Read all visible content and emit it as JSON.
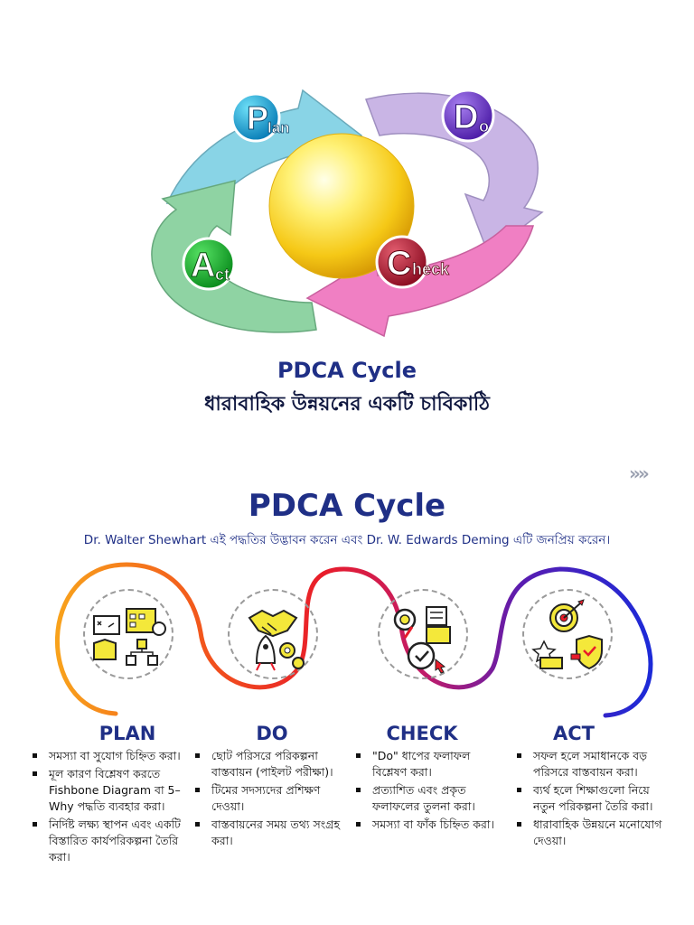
{
  "cycle": {
    "labels": {
      "plan": {
        "big": "P",
        "small": "lan"
      },
      "do": {
        "big": "D",
        "small": "o"
      },
      "check": {
        "big": "C",
        "small": "heck"
      },
      "act": {
        "big": "A",
        "small": "ct"
      }
    },
    "colors": {
      "plan": "#89d4e6",
      "do": "#c9b5e5",
      "check": "#f07fc3",
      "act": "#8fd3a3",
      "center": "#f6d83a"
    }
  },
  "top": {
    "title": "PDCA Cycle",
    "subtitle": "ধারাবাহিক উন্নয়নের একটি চাবিকাঠি"
  },
  "decor": {
    "chevrons": "»»"
  },
  "section": {
    "title": "PDCA Cycle",
    "subtitle": "Dr. Walter Shewhart এই পদ্ধতির উদ্ভাবন করেন এবং Dr. W. Edwards Deming এটি জনপ্রিয় করেন।"
  },
  "stages": [
    {
      "title": "PLAN",
      "icon": "planning-icon",
      "bullets": [
        "সমস্যা বা সুযোগ চিহ্নিত করা।",
        "মূল কারণ বিশ্লেষণ করতে Fishbone Diagram বা 5–Why পদ্ধতি ব্যবহার করা।",
        "নির্দিষ্ট লক্ষ্য স্থাপন এবং একটি বিস্তারিত কার্যপরিকল্পনা তৈরি করা।"
      ]
    },
    {
      "title": "DO",
      "icon": "handshake-rocket-icon",
      "bullets": [
        "ছোট পরিসরে পরিকল্পনা বাস্তবায়ন (পাইলট পরীক্ষা)।",
        "টিমের সদস্যদের প্রশিক্ষণ দেওয়া।",
        "বাস্তবায়নের সময় তথ্য সংগ্রহ করা।"
      ]
    },
    {
      "title": "CHECK",
      "icon": "inspection-icon",
      "bullets": [
        "\"Do\" ধাপের ফলাফল বিশ্লেষণ করা।",
        "প্রত্যাশিত এবং প্রকৃত ফলাফলের তুলনা করা।",
        "সমস্যা বা ফাঁক চিহ্নিত করা।"
      ]
    },
    {
      "title": "ACT",
      "icon": "target-shield-icon",
      "bullets": [
        "সফল হলে সমাধানকে বড় পরিসরে বাস্তবায়ন করা।",
        "ব্যর্থ হলে শিক্ষাগুলো নিয়ে নতুন পরিকল্পনা তৈরি করা।",
        "ধারাবাহিক উন্নয়নে মনোযোগ দেওয়া।"
      ]
    }
  ]
}
